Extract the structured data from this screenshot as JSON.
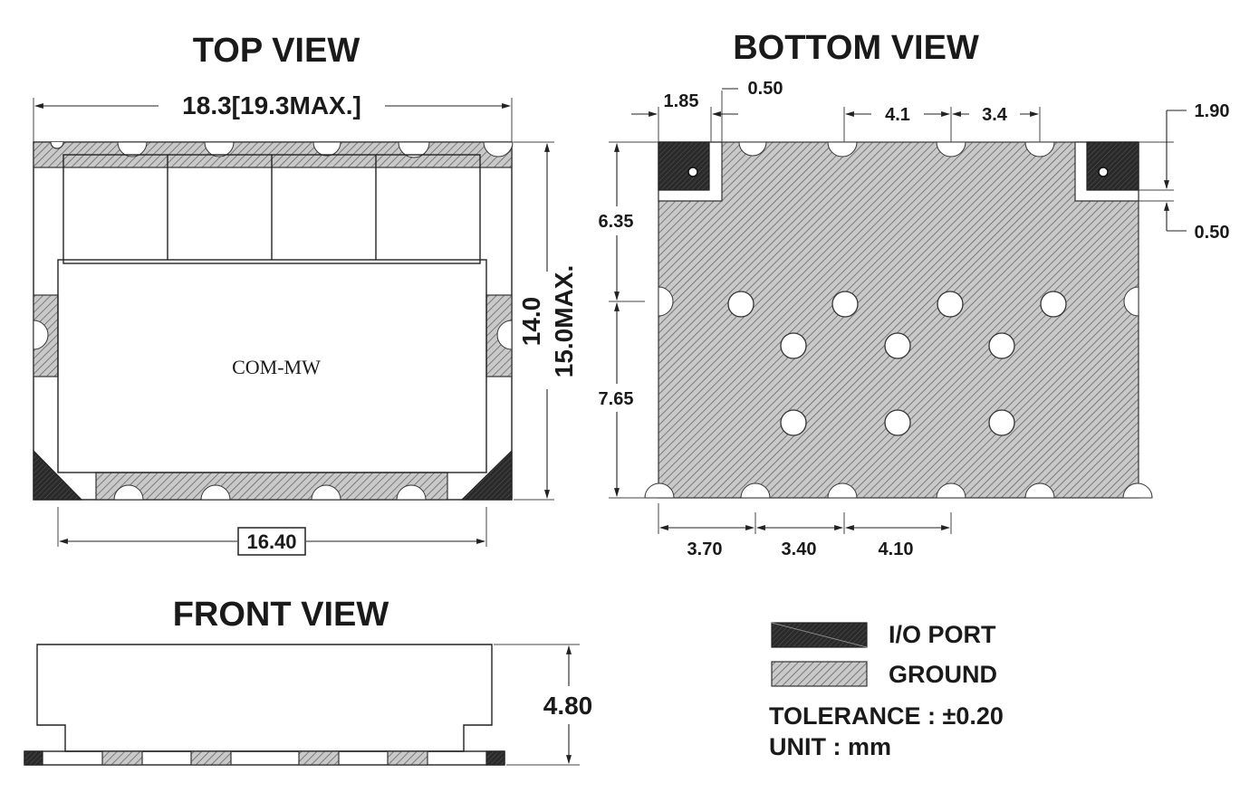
{
  "views": {
    "top": "TOP VIEW",
    "bottom": "BOTTOM   VIEW",
    "front": "FRONT VIEW"
  },
  "top_view": {
    "width_dim": "18.3[19.3MAX.]",
    "height_dim": "14.0",
    "height_max_dim": "15.0MAX.",
    "bottom_dim": "16.40",
    "label": "COM-MW"
  },
  "bottom_view": {
    "dims": {
      "d185": "1.85",
      "d050_top": "0.50",
      "d41": "4.1",
      "d34": "3.4",
      "d190": "1.90",
      "d050_right": "0.50",
      "d635": "6.35",
      "d765": "7.65",
      "d370": "3.70",
      "d340": "3.40",
      "d410": "4.10"
    }
  },
  "front_view": {
    "height_dim": "4.80"
  },
  "legend": {
    "io_port": "I/O PORT",
    "ground": "GROUND",
    "tolerance": "TOLERANCE : ±0.20",
    "unit": "UNIT : mm"
  }
}
